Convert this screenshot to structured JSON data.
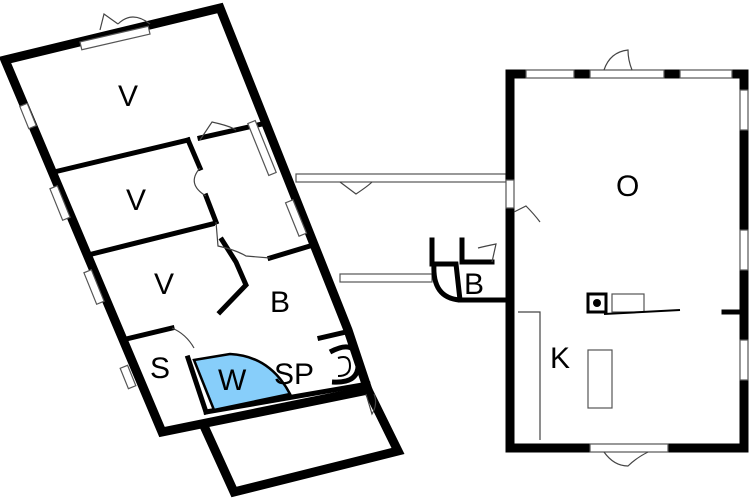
{
  "colors": {
    "walls": "#000000",
    "wetroom": "#87cefa",
    "background": "#ffffff"
  },
  "labels": {
    "bedroom_1": "V",
    "bedroom_2": "V",
    "bedroom_3": "V",
    "bathroom_main": "B",
    "sauna": "S",
    "whirlpool": "W",
    "spa": "SP",
    "bathroom_annex": "B",
    "living_room": "O",
    "kitchen": "K"
  }
}
